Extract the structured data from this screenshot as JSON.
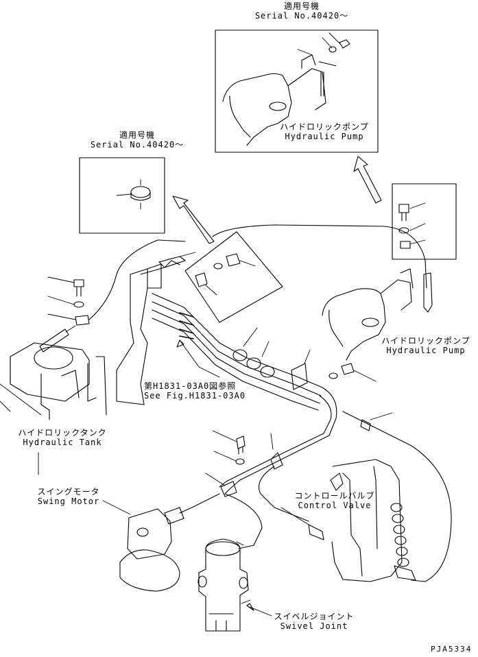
{
  "inset_top": {
    "jp": "適用号機",
    "serial": "Serial No.40420～"
  },
  "inset_left": {
    "jp": "適用号機",
    "serial": "Serial No.40420～"
  },
  "labels": {
    "pump_inset_jp": "ハイドロリックポンプ",
    "pump_inset_en": "Hydraulic Pump",
    "pump_jp": "ハイドロリックポンプ",
    "pump_en": "Hydraulic Pump",
    "tank_jp": "ハイドロリックタンク",
    "tank_en": "Hydraulic Tank",
    "see_fig_jp": "第H1831-03A0図参照",
    "see_fig_en": "See Fig.H1831-03A0",
    "swing_jp": "スイングモータ",
    "swing_en": "Swing Motor",
    "valve_jp": "コントロールバルブ",
    "valve_en": "Control Valve",
    "swivel_jp": "スイベルジョイント",
    "swivel_en": "Swivel Joint"
  },
  "part_code": "PJA5334"
}
